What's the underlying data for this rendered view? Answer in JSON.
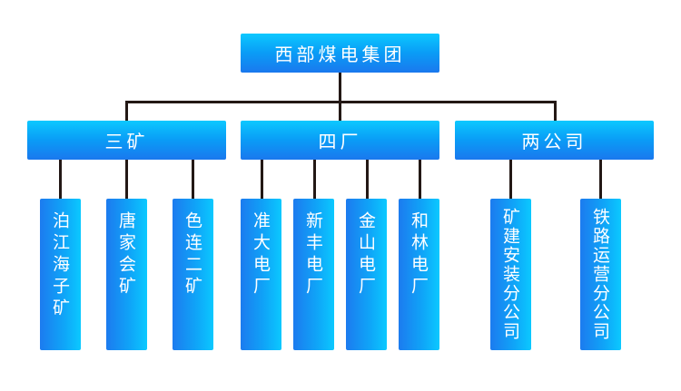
{
  "root": {
    "label": "西部煤电集团"
  },
  "groups": [
    {
      "label": "三矿",
      "children": [
        "泊江海子矿",
        "唐家会矿",
        "色连二矿"
      ]
    },
    {
      "label": "四厂",
      "children": [
        "准大电厂",
        "新丰电厂",
        "金山电厂",
        "和林电厂"
      ]
    },
    {
      "label": "两公司",
      "children": [
        "矿建安装分公司",
        "铁路运营分公司"
      ]
    }
  ],
  "colors": {
    "box_light": "#0bc9ff",
    "box_dark": "#1a78ee",
    "connector": "#231815"
  }
}
